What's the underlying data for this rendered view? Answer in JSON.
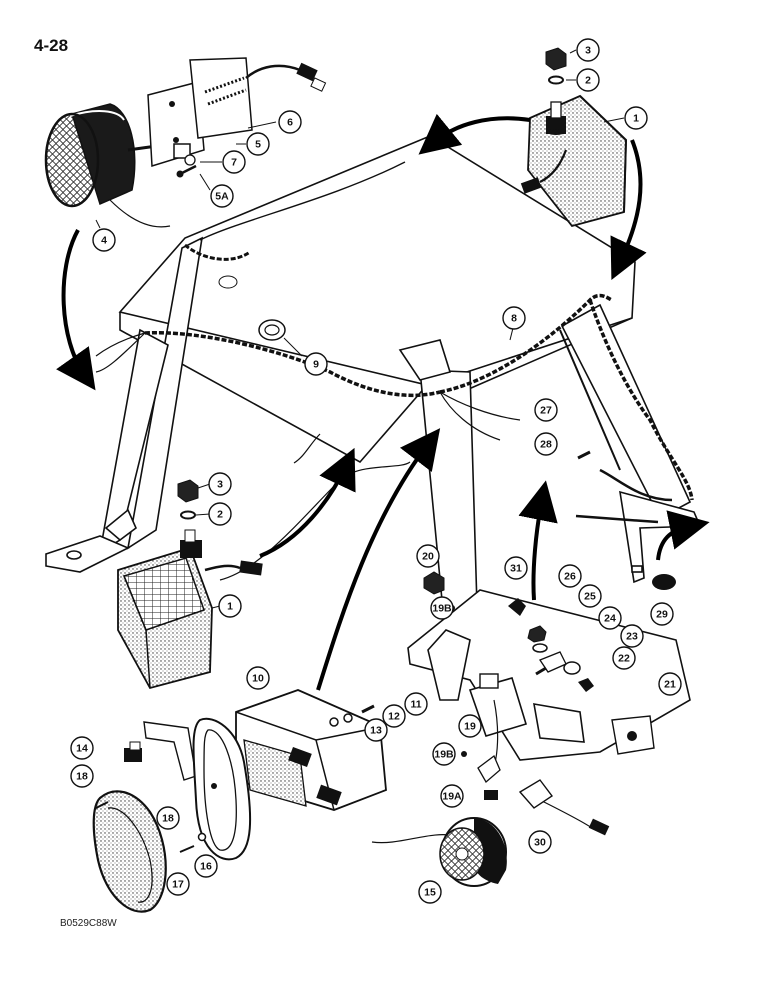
{
  "page": {
    "number": "4-28",
    "figure_code": "B0529C88W"
  },
  "callouts": [
    {
      "id": "c1a",
      "label": "1"
    },
    {
      "id": "c2a",
      "label": "2"
    },
    {
      "id": "c3a",
      "label": "3"
    },
    {
      "id": "c4",
      "label": "4"
    },
    {
      "id": "c5",
      "label": "5"
    },
    {
      "id": "c5a",
      "label": "5A"
    },
    {
      "id": "c6",
      "label": "6"
    },
    {
      "id": "c7",
      "label": "7"
    },
    {
      "id": "c8",
      "label": "8"
    },
    {
      "id": "c9",
      "label": "9"
    },
    {
      "id": "c3b",
      "label": "3"
    },
    {
      "id": "c2b",
      "label": "2"
    },
    {
      "id": "c1b",
      "label": "1"
    },
    {
      "id": "c10",
      "label": "10"
    },
    {
      "id": "c11",
      "label": "11"
    },
    {
      "id": "c12",
      "label": "12"
    },
    {
      "id": "c13",
      "label": "13"
    },
    {
      "id": "c14",
      "label": "14"
    },
    {
      "id": "c15",
      "label": "15"
    },
    {
      "id": "c16",
      "label": "16"
    },
    {
      "id": "c17",
      "label": "17"
    },
    {
      "id": "c18a",
      "label": "18"
    },
    {
      "id": "c18b",
      "label": "18"
    },
    {
      "id": "c19",
      "label": "19"
    },
    {
      "id": "c19a",
      "label": "19A"
    },
    {
      "id": "c19b1",
      "label": "19B"
    },
    {
      "id": "c19b2",
      "label": "19B"
    },
    {
      "id": "c20",
      "label": "20"
    },
    {
      "id": "c21",
      "label": "21"
    },
    {
      "id": "c22",
      "label": "22"
    },
    {
      "id": "c23",
      "label": "23"
    },
    {
      "id": "c24",
      "label": "24"
    },
    {
      "id": "c25",
      "label": "25"
    },
    {
      "id": "c26",
      "label": "26"
    },
    {
      "id": "c27",
      "label": "27"
    },
    {
      "id": "c28",
      "label": "28"
    },
    {
      "id": "c29",
      "label": "29"
    },
    {
      "id": "c30",
      "label": "30"
    },
    {
      "id": "c31",
      "label": "31"
    }
  ]
}
